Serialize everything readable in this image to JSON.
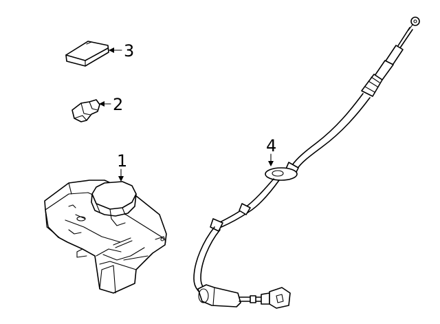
{
  "callouts": [
    {
      "id": "1",
      "label": "1"
    },
    {
      "id": "2",
      "label": "2"
    },
    {
      "id": "3",
      "label": "3"
    },
    {
      "id": "4",
      "label": "4"
    }
  ],
  "colors": {
    "stroke": "#000000",
    "background": "#ffffff"
  }
}
